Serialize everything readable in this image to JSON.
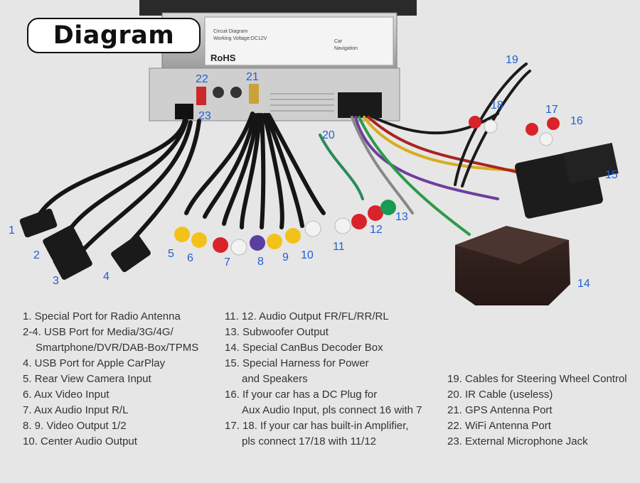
{
  "title": "Diagram",
  "unit_label": {
    "brand": "RoHS",
    "lines": [
      "Circuit Diagram",
      "Working Voltage:DC12V",
      "Car",
      "Navigation"
    ]
  },
  "callouts": [
    "1",
    "2",
    "3",
    "4",
    "5",
    "6",
    "7",
    "8",
    "9",
    "10",
    "11",
    "12",
    "13",
    "14",
    "15",
    "16",
    "17",
    "18",
    "19",
    "20",
    "21",
    "22",
    "23"
  ],
  "legend": {
    "col1": [
      "1. Special Port for Radio Antenna",
      "2-4. USB Port for Media/3G/4G/",
      "Smartphone/DVR/DAB-Box/TPMS",
      "4. USB Port  for Apple CarPlay",
      "5. Rear View Camera Input",
      "6. Aux Video Input",
      "7. Aux Audio Input R/L",
      "8. 9. Video Output 1/2",
      "10. Center Audio Output"
    ],
    "col2": [
      "11. 12. Audio Output FR/FL/RR/RL",
      "13. Subwoofer Output",
      "14. Special CanBus Decoder Box",
      "15. Special Harness for Power",
      "and Speakers",
      "16. If your car has a DC Plug for",
      "Aux Audio Input, pls connect 16 with 7",
      "17. 18. If your car has built-in Amplifier,",
      "pls connect 17/18 with 11/12"
    ],
    "col3": [
      "19. Cables for Steering Wheel Control",
      "20. IR Cable (useless)",
      "21. GPS Antenna Port",
      "22. WiFi Antenna Port",
      "23. External Microphone Jack"
    ]
  },
  "colors": {
    "rca_yellow": "#f2c21a",
    "rca_red": "#d8232a",
    "rca_white": "#f2f2f2",
    "rca_purple": "#5b3fa0",
    "rca_green": "#1a9a55",
    "callout_blue": "#1f5fd6",
    "box_dark": "#2a1a16"
  }
}
